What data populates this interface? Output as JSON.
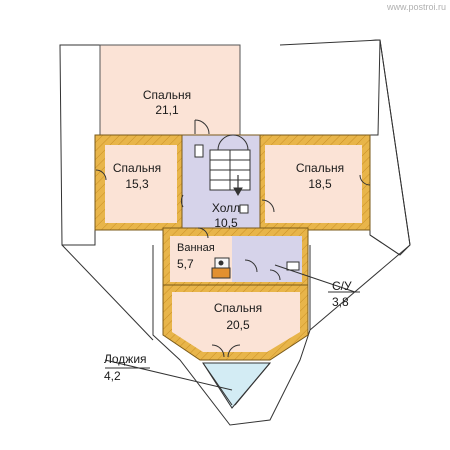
{
  "watermark": "www.postroi.ru",
  "colors": {
    "wall": "#e8b54a",
    "wall_edge": "#7a5a1a",
    "bedroom": "#fbe3d6",
    "hall": "#d6d3ea",
    "bath": "#fbe3d6",
    "loggia": "#d3ecf4",
    "roof_line": "#333333"
  },
  "rooms": {
    "bedroom_top": {
      "name": "Спальня",
      "area": "21,1"
    },
    "bedroom_left": {
      "name": "Спальня",
      "area": "15,3"
    },
    "bedroom_right": {
      "name": "Спальня",
      "area": "18,5"
    },
    "hall": {
      "name": "Холл",
      "area": "10,5"
    },
    "bath": {
      "name": "Ванная",
      "area": "5,7"
    },
    "wc": {
      "name": "С/У",
      "area": "3,8"
    },
    "bedroom_bottom": {
      "name": "Спальня",
      "area": "20,5"
    },
    "loggia": {
      "name": "Лоджия",
      "area": "4,2"
    }
  }
}
